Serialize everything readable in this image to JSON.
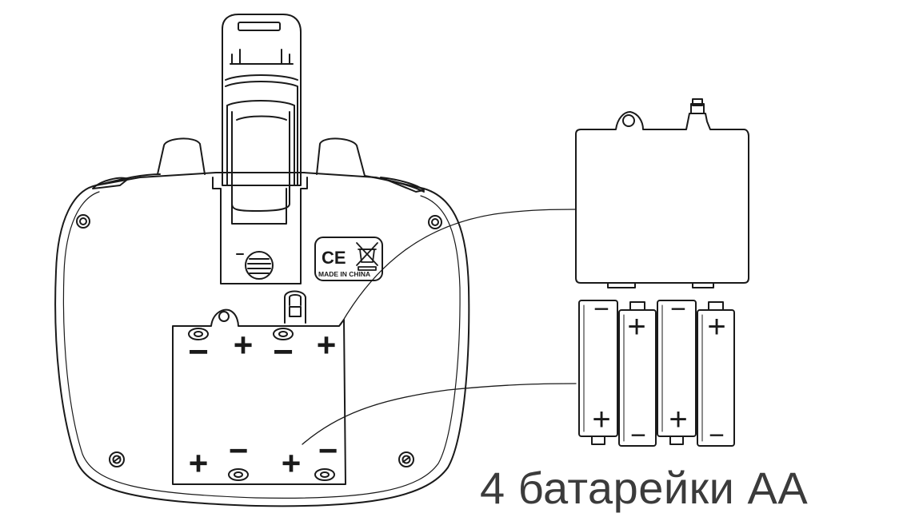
{
  "caption": "4 батарейки АА",
  "label": {
    "made_in": "MADE IN CHINA",
    "ce_mark": "CE"
  },
  "compartment_polarity": {
    "top": [
      "−",
      "+",
      "−",
      "+"
    ],
    "bottom": [
      "+",
      "−",
      "+",
      "−"
    ]
  },
  "batteries": [
    {
      "top": "−",
      "bottom": "+"
    },
    {
      "top": "+",
      "bottom": "−"
    },
    {
      "top": "−",
      "bottom": "+"
    },
    {
      "top": "+",
      "bottom": "−"
    }
  ],
  "colors": {
    "line": "#1a1a1a",
    "caption": "#3b3b3b",
    "background": "#ffffff"
  }
}
